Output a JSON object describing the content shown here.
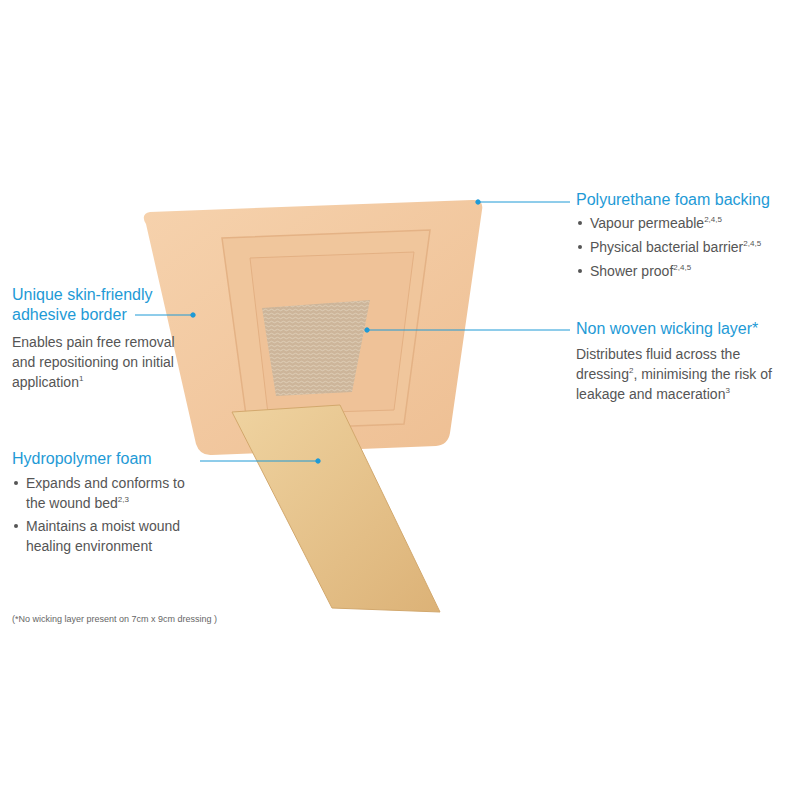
{
  "diagram": {
    "labels": [
      "Polyurethane foam backing",
      "Vapour permeable",
      "2,4,5",
      "Physical bacterial barrier",
      "2,4,5",
      "Shower proof",
      "2,4,5",
      "Unique skin-friendly adhesive border",
      "Enables pain free removal and repositioning on initial application",
      "1",
      "Non woven wicking layer*",
      "Distributes fluid across the dressing",
      "2",
      ", minimising the risk of leakage and maceration",
      "3",
      "Hydropolymer foam",
      "Expands and conforms to the wound bed",
      "2,3",
      "Maintains a moist wound healing environment",
      "(*No wicking layer present on 7cm x 9cm dressing )"
    ]
  }
}
